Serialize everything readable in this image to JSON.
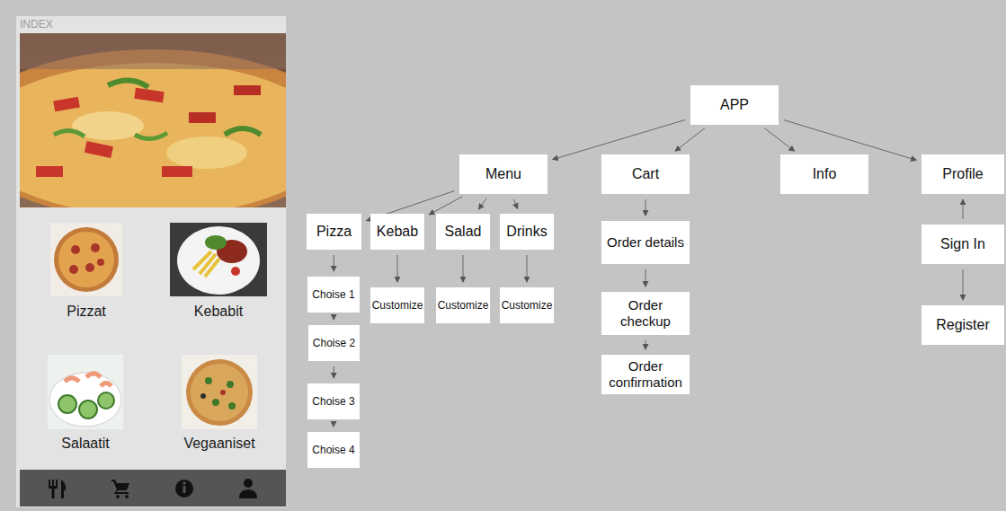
{
  "diagram": {
    "nodes": [
      {
        "text": [
          "APP"
        ]
      },
      {
        "text": [
          "Menu"
        ]
      },
      {
        "text": [
          "Cart"
        ]
      },
      {
        "text": [
          "Info"
        ]
      },
      {
        "text": [
          "Profile"
        ]
      },
      {
        "text": [
          "Pizza"
        ]
      },
      {
        "text": [
          "Kebab"
        ]
      },
      {
        "text": [
          "Salad"
        ]
      },
      {
        "text": [
          "Drinks"
        ]
      },
      {
        "text": [
          "Order details"
        ]
      },
      {
        "text": [
          "Sign In"
        ]
      },
      {
        "text": [
          "Choise 1"
        ]
      },
      {
        "text": [
          "Customize"
        ]
      },
      {
        "text": [
          "Customize"
        ]
      },
      {
        "text": [
          "Customize"
        ]
      },
      {
        "text": [
          "Order checkup"
        ]
      },
      {
        "text": [
          "Register"
        ]
      },
      {
        "text": [
          "Choise 2"
        ]
      },
      {
        "text": [
          "Order confirmation"
        ]
      },
      {
        "text": [
          "Choise 3"
        ]
      },
      {
        "text": [
          "Choise 4"
        ]
      }
    ],
    "edges": [
      {
        "from": 0,
        "to": 1,
        "arrow": "to"
      },
      {
        "from": 0,
        "to": 2,
        "arrow": "to"
      },
      {
        "from": 0,
        "to": 3,
        "arrow": "to"
      },
      {
        "from": 0,
        "to": 4,
        "arrow": "to"
      },
      {
        "from": 1,
        "to": 5,
        "arrow": "to"
      },
      {
        "from": 1,
        "to": 6,
        "arrow": "to"
      },
      {
        "from": 1,
        "to": 7,
        "arrow": "to"
      },
      {
        "from": 1,
        "to": 8,
        "arrow": "to"
      },
      {
        "from": 5,
        "to": 11,
        "arrow": "to"
      },
      {
        "from": 11,
        "to": 17,
        "arrow": "to"
      },
      {
        "from": 17,
        "to": 19,
        "arrow": "to"
      },
      {
        "from": 19,
        "to": 20,
        "arrow": "to"
      },
      {
        "from": 6,
        "to": 12,
        "arrow": "to"
      },
      {
        "from": 7,
        "to": 13,
        "arrow": "to"
      },
      {
        "from": 8,
        "to": 14,
        "arrow": "to"
      },
      {
        "from": 2,
        "to": 9,
        "arrow": "to"
      },
      {
        "from": 9,
        "to": 15,
        "arrow": "to"
      },
      {
        "from": 15,
        "to": 18,
        "arrow": "to"
      },
      {
        "from": 10,
        "to": 4,
        "arrow": "to"
      },
      {
        "from": 10,
        "to": 16,
        "arrow": "to"
      }
    ],
    "labels": [
      "INDEX",
      "Pizzat",
      "Kebabit",
      "Salaatit",
      "Vegaaniset"
    ]
  }
}
